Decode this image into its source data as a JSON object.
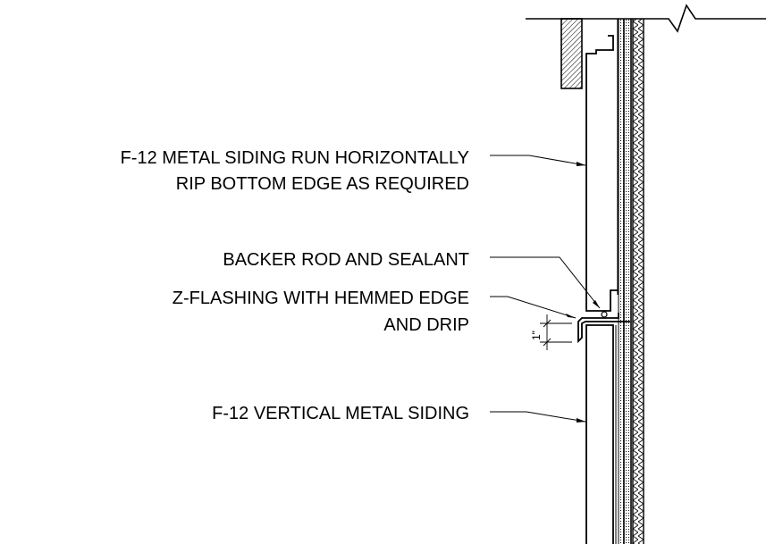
{
  "annotations": {
    "siding_horizontal": {
      "line1": "F-12 METAL SIDING RUN HORIZONTALLY",
      "line2": "RIP BOTTOM EDGE AS REQUIRED"
    },
    "backer_rod": {
      "line1": "BACKER ROD AND SEALANT"
    },
    "z_flashing": {
      "line1": "Z-FLASHING WITH HEMMED EDGE",
      "line2": "AND DRIP"
    },
    "siding_vertical": {
      "line1": "F-12 VERTICAL METAL SIDING"
    }
  },
  "dimension": {
    "drip_offset": "1\""
  },
  "colors": {
    "line": "#000000",
    "hatch": "#000000",
    "background": "#ffffff"
  }
}
